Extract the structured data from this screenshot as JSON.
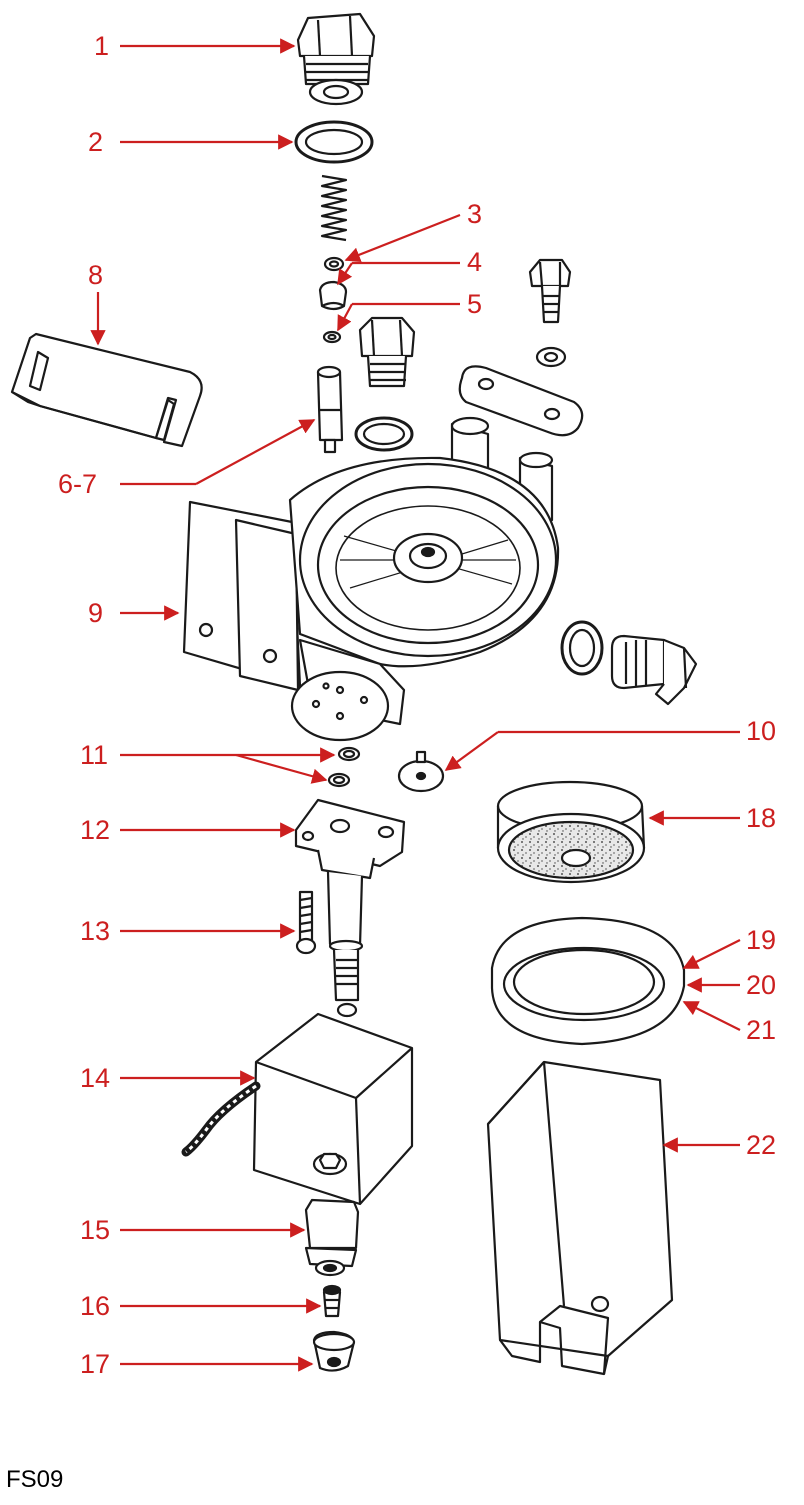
{
  "figure_id": "FS09",
  "colors": {
    "callout": "#cc1f1f",
    "drawing": "#1a1a1a"
  },
  "callouts": [
    {
      "key": "c1",
      "label": "1"
    },
    {
      "key": "c2",
      "label": "2"
    },
    {
      "key": "c3",
      "label": "3"
    },
    {
      "key": "c4",
      "label": "4"
    },
    {
      "key": "c5",
      "label": "5"
    },
    {
      "key": "c67",
      "label": "6-7"
    },
    {
      "key": "c8",
      "label": "8"
    },
    {
      "key": "c9",
      "label": "9"
    },
    {
      "key": "c10",
      "label": "10"
    },
    {
      "key": "c11",
      "label": "11"
    },
    {
      "key": "c12",
      "label": "12"
    },
    {
      "key": "c13",
      "label": "13"
    },
    {
      "key": "c14",
      "label": "14"
    },
    {
      "key": "c15",
      "label": "15"
    },
    {
      "key": "c16",
      "label": "16"
    },
    {
      "key": "c17",
      "label": "17"
    },
    {
      "key": "c18",
      "label": "18"
    },
    {
      "key": "c19",
      "label": "19"
    },
    {
      "key": "c20",
      "label": "20"
    },
    {
      "key": "c21",
      "label": "21"
    },
    {
      "key": "c22",
      "label": "22"
    }
  ]
}
